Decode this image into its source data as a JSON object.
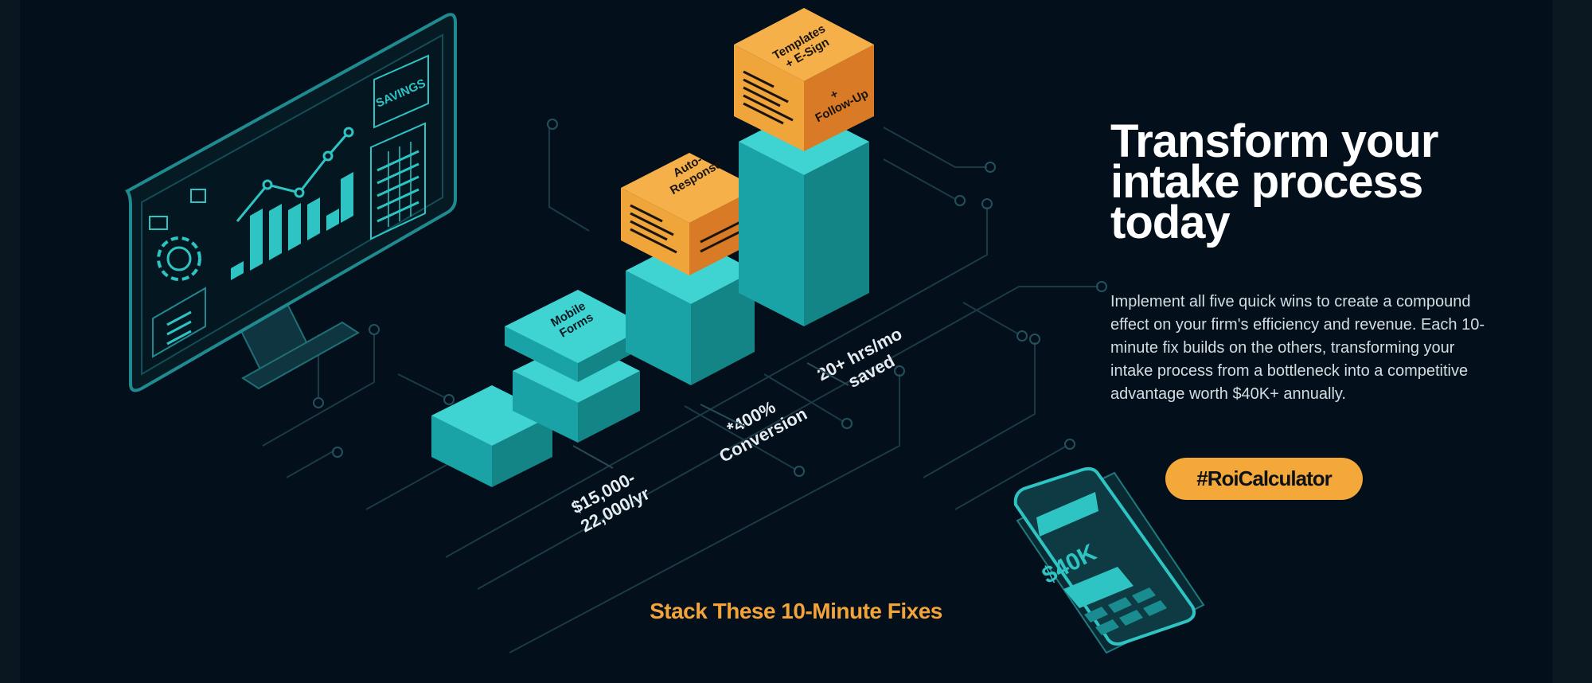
{
  "hero": {
    "headline": "Transform your intake process today",
    "description": "Implement all five quick wins to create a compound effect on your firm's efficiency and revenue. Each 10-minute fix builds on the others, transforming your intake process from a bottleneck into a competitive advantage worth $40K+ annually.",
    "cta_label": "#RoiCalculator"
  },
  "illustration": {
    "caption": "Stack These 10-Minute Fixes",
    "monitor_badge": "SAVINGS",
    "calculator_display": "$40K",
    "cubes": {
      "mobile_forms": [
        "Mobile",
        "Forms"
      ],
      "auto_response": [
        "Auto-",
        "Response"
      ],
      "templates_top": [
        "Templates",
        "+ E-Sign"
      ],
      "templates_side": [
        "+",
        "Follow-Up"
      ]
    },
    "metrics": {
      "revenue": [
        "$15,000-",
        "22,000/yr"
      ],
      "conversion": [
        "*400%",
        "Conversion"
      ],
      "time_saved": [
        "20+ hrs/mo",
        "saved"
      ]
    }
  },
  "colors": {
    "background": "#03101b",
    "teal": "#2ec4c4",
    "orange": "#f4a83a",
    "circuit": "#1c3a46"
  }
}
